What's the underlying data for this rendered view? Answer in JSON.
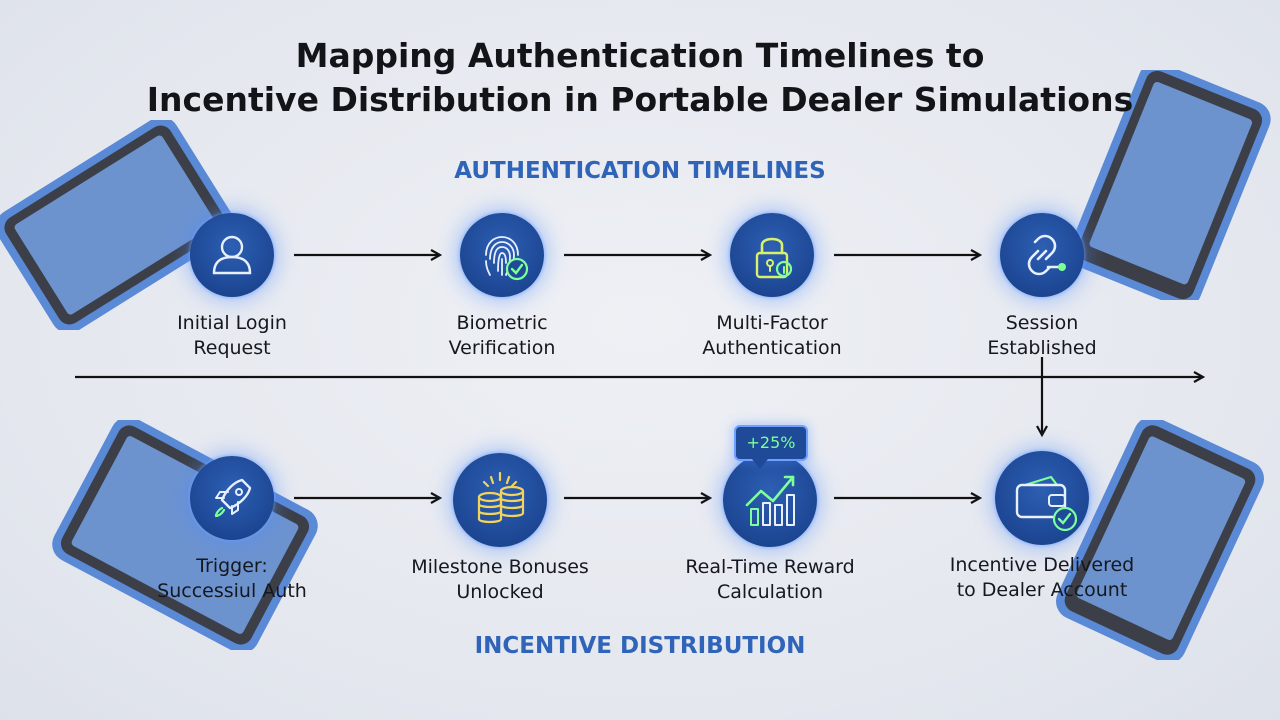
{
  "title": {
    "line1": "Mapping Authentication Timelines to",
    "line2": "Incentive Distribution in Portable Dealer Simulations"
  },
  "sections": {
    "top": "AUTHENTICATION TIMELINES",
    "bottom": "INCENTIVE DISTRIBUTION"
  },
  "auth_steps": [
    {
      "icon": "user-icon",
      "line1": "Initial Login",
      "line2": "Request"
    },
    {
      "icon": "fingerprint-check-icon",
      "line1": "Biometric",
      "line2": "Verification"
    },
    {
      "icon": "padlock-key-icon",
      "line1": "Multi-Factor",
      "line2": "Authentication"
    },
    {
      "icon": "link-icon",
      "line1": "Session",
      "line2": "Established"
    }
  ],
  "incentive_steps": [
    {
      "icon": "rocket-icon",
      "line1": "Trigger:",
      "line2": "Successiul Auth"
    },
    {
      "icon": "coins-icon",
      "line1": "Milestone Bonuses",
      "line2": "Unlocked"
    },
    {
      "icon": "growth-chart-icon",
      "line1": "Real-Time Reward",
      "line2": "Calculation"
    },
    {
      "icon": "wallet-check-icon",
      "line1": "Incentive Delivered",
      "line2": "to Dealer Account"
    }
  ],
  "reward_badge": "+25%",
  "colors": {
    "accent": "#2f64b8",
    "node_fill": "#1f4a98",
    "glow": "#6fa0ff",
    "success": "#7dff9a",
    "phone_frame": "#5a89d6",
    "phone_screen": "#6d93cf"
  }
}
